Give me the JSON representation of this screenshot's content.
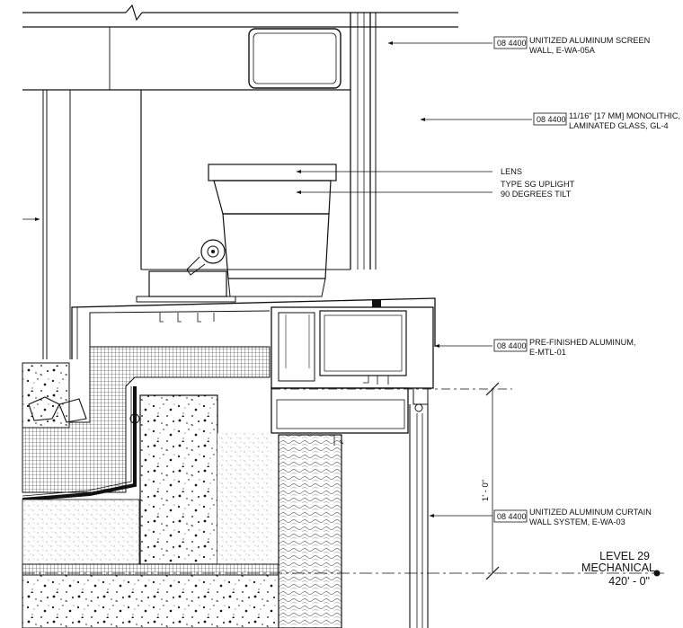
{
  "annotations": [
    {
      "tag": "08 4400",
      "lines": [
        "UNITIZED ALUMINUM SCREEN",
        "WALL, E-WA-05A"
      ]
    },
    {
      "tag": "08 4400",
      "lines": [
        "11/16\" [17 MM] MONOLITHIC,",
        "LAMINATED GLASS, GL-4"
      ]
    },
    {
      "tag": "",
      "lines": [
        "LENS"
      ]
    },
    {
      "tag": "",
      "lines": [
        "TYPE SG UPLIGHT",
        "90 DEGREES TILT"
      ]
    },
    {
      "tag": "08 4400",
      "lines": [
        "PRE-FINISHED ALUMINUM,",
        "E-MTL-01"
      ]
    },
    {
      "tag": "08 4400",
      "lines": [
        "UNITIZED ALUMINUM CURTAIN",
        "WALL SYSTEM, E-WA-03"
      ]
    }
  ],
  "level": {
    "name": "LEVEL 29",
    "sub": "MECHANICAL",
    "elevation": "420' - 0\""
  },
  "dimension": {
    "label": "1' - 0\""
  },
  "colors": {
    "line": "#111111",
    "paper": "#ffffff"
  }
}
